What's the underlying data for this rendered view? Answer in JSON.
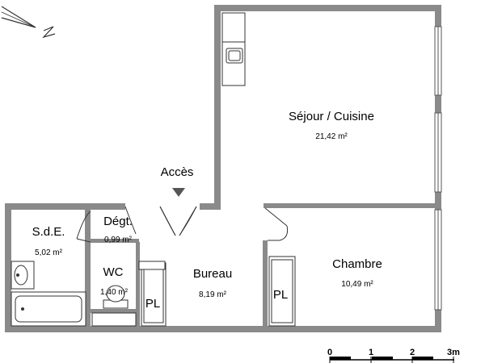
{
  "rooms": {
    "sejour": {
      "name": "Séjour / Cuisine",
      "area": "21,42 m²"
    },
    "chambre": {
      "name": "Chambre",
      "area": "10,49 m²"
    },
    "bureau": {
      "name": "Bureau",
      "area": "8,19 m²"
    },
    "sde": {
      "name": "S.d.E.",
      "area": "5,02 m²"
    },
    "degt": {
      "name": "Dégt.",
      "area": "0,99 m²"
    },
    "wc": {
      "name": "WC",
      "area": "1,40 m²"
    }
  },
  "closets": [
    "PL",
    "PL"
  ],
  "access_label": "Accès",
  "scale": {
    "ticks": [
      "0",
      "1",
      "2",
      "3m"
    ]
  },
  "icons": [
    "compass-arrow-icon",
    "access-arrow-icon",
    "sink-icon",
    "bathtub-icon",
    "toilet-icon",
    "washbasin-icon"
  ]
}
